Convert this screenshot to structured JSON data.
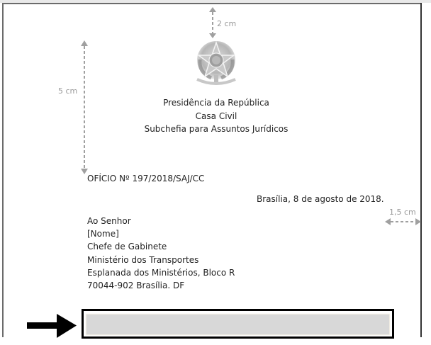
{
  "document": {
    "type": "Ofício (official letter) layout template",
    "header": {
      "emblem_icon": "brazil-coat-of-arms-icon",
      "lines": [
        "Presidência da República",
        "Casa Civil",
        "Subchefia para Assuntos Jurídicos"
      ]
    },
    "reference": "OFÍCIO Nº 197/2018/SAJ/CC",
    "place_date": "Brasília, 8 de agosto de 2018.",
    "addressee": {
      "lines": [
        "Ao Senhor",
        "[Nome]",
        "Chefe de Gabinete",
        "Ministério dos Transportes",
        "Esplanada dos Ministérios, Bloco R",
        "70044-902 Brasília. DF"
      ]
    },
    "highlighted_field": {
      "content": "",
      "pointer_icon": "right-arrow-icon"
    }
  },
  "annotations": {
    "top_margin": "2 cm",
    "header_height": "5 cm",
    "right_margin": "1,5 cm"
  },
  "colors": {
    "text": "#222222",
    "annotation": "#9a9a9a",
    "page_border": "#6b6b6b",
    "highlight_border": "#000000",
    "highlight_fill": "#d8d8d8"
  }
}
